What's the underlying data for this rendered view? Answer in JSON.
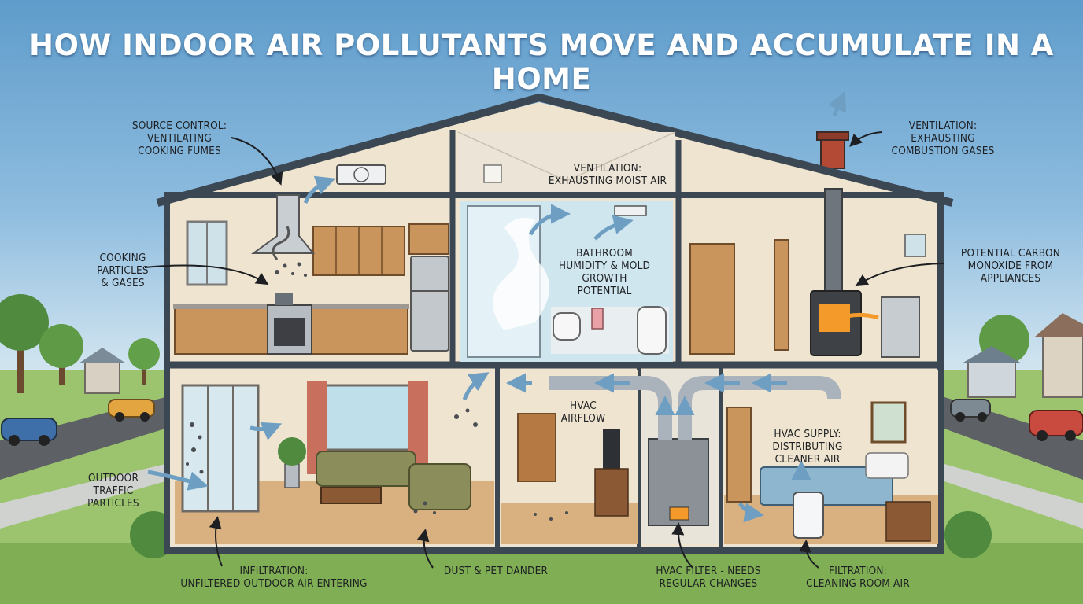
{
  "title": "HOW INDOOR AIR POLLUTANTS MOVE AND ACCUMULATE IN A HOME",
  "colors": {
    "sky": "#7fb3da",
    "roof_outline": "#3b4753",
    "wall": "#efe4cf",
    "bathroom": "#cfe6ef",
    "floor": "#d9b07f",
    "grass": "#8dbb62",
    "road": "#5d6166",
    "arrow": "#6e9fc3",
    "flame": "#f39a2b"
  },
  "labels": {
    "source_control": "SOURCE CONTROL:\nVENTILATING\nCOOKING FUMES",
    "cooking_particles": "COOKING\nPARTICLES\n& GASES",
    "outdoor_traffic": "OUTDOOR\nTRAFFIC\nPARTICLES",
    "ventilation_moist": "VENTILATION:\nEXHAUSTING MOIST AIR",
    "bathroom_humidity": "BATHROOM\nHUMIDITY & MOLD\nGROWTH\nPOTENTIAL",
    "ventilation_combustion": "VENTILATION:\nEXHAUSTING\nCOMBUSTION GASES",
    "carbon_monoxide": "POTENTIAL CARBON\nMONOXIDE FROM\nAPPLIANCES",
    "hvac_airflow": "HVAC\nAIRFLOW",
    "hvac_supply": "HVAC SUPPLY:\nDISTRIBUTING\nCLEANER AIR",
    "infiltration": "INFILTRATION:\nUNFILTERED OUTDOOR AIR ENTERING",
    "dust_dander": "DUST & PET DANDER",
    "hvac_filter": "HVAC FILTER - NEEDS\nREGULAR CHANGES",
    "filtration": "FILTRATION:\nCLEANING ROOM AIR"
  }
}
